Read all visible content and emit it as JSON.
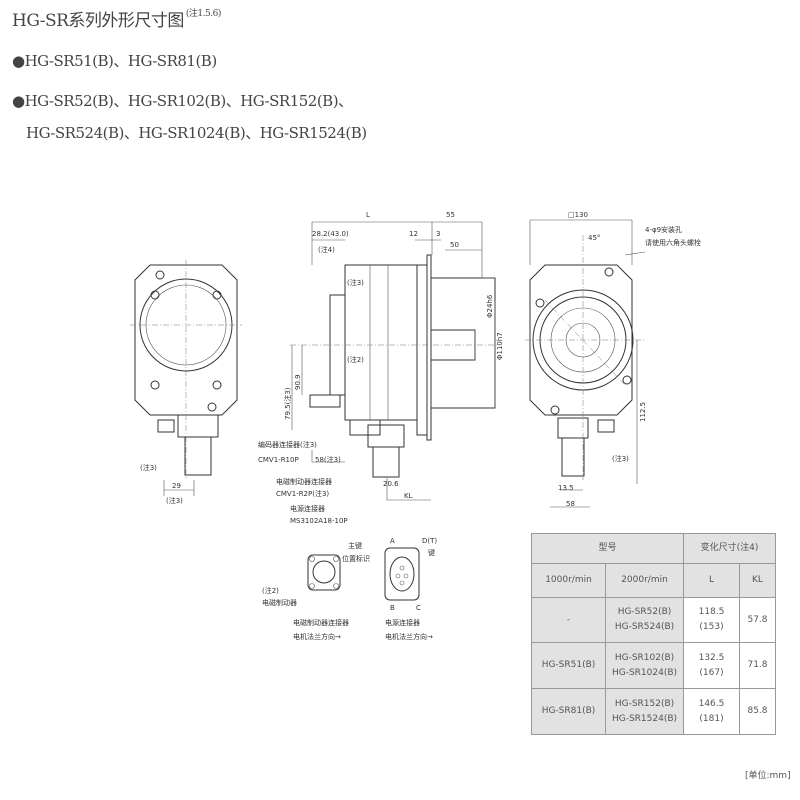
{
  "header": {
    "title": "HG-SR系列外形尺寸图",
    "title_note": "(注1.5.6)",
    "group1": "●HG-SR51(B)、HG-SR81(B)",
    "group2_line1": "●HG-SR52(B)、HG-SR102(B)、HG-SR152(B)、",
    "group2_line2": "HG-SR524(B)、HG-SR1024(B)、HG-SR1524(B)"
  },
  "left_view": {
    "note_a": "(注3)",
    "dim_29": "29",
    "note_b": "(注3)"
  },
  "side_view": {
    "dim_L": "L",
    "dim_55": "55",
    "dim_28": "28.2(43.0)",
    "dim_12": "12",
    "dim_3": "3",
    "note4": "(注4)",
    "dim_50": "50",
    "note3": "(注3)",
    "note2": "(注2)",
    "phi24": "Φ24h6",
    "phi110": "Φ110h7",
    "dim_79": "79.5(注3)",
    "dim_90": "90.9",
    "encoder_conn": "编码器连接器(注3)",
    "encoder_part": "CMV1-R10P",
    "dim_58": "58(注3)",
    "brake_conn": "电磁制动器连接器",
    "brake_part": "CMV1-R2P(注3)",
    "power_conn": "电源连接器",
    "power_part": "MS3102A18-10P",
    "dim_20": "20.6",
    "dim_KL": "KL"
  },
  "front_view": {
    "dim_130": "□130",
    "holes": "4-φ9安装孔",
    "bolt_note": "请使用六角头螺栓",
    "angle": "45°",
    "dim_112": "112.5",
    "note3": "(注3)",
    "dim_13": "13.5",
    "dim_58": "58"
  },
  "connectors": {
    "key_a": "主键",
    "key_b": "位置标识",
    "note2": "(注2)",
    "brake": "电磁制动器",
    "brake_title": "电磁制动器连接器",
    "brake_dir": "电机法兰方向→",
    "pin_a": "A",
    "pin_d": "D(T)",
    "key": "键",
    "pin_b": "B",
    "pin_c": "C",
    "power_title": "电源连接器",
    "power_dir": "电机法兰方向→"
  },
  "table": {
    "h_model": "型号",
    "h_var": "变化尺寸(注4)",
    "h_1000": "1000r/min",
    "h_2000": "2000r/min",
    "h_L": "L",
    "h_KL": "KL",
    "rows": [
      {
        "m1000": "-",
        "m2000a": "HG-SR52(B)",
        "m2000b": "HG-SR524(B)",
        "L": "118.5",
        "L2": "(153)",
        "KL": "57.8"
      },
      {
        "m1000": "HG-SR51(B)",
        "m2000a": "HG-SR102(B)",
        "m2000b": "HG-SR1024(B)",
        "L": "132.5",
        "L2": "(167)",
        "KL": "71.8"
      },
      {
        "m1000": "HG-SR81(B)",
        "m2000a": "HG-SR152(B)",
        "m2000b": "HG-SR1524(B)",
        "L": "146.5",
        "L2": "(181)",
        "KL": "85.8"
      }
    ]
  },
  "unit": "[单位:mm]"
}
